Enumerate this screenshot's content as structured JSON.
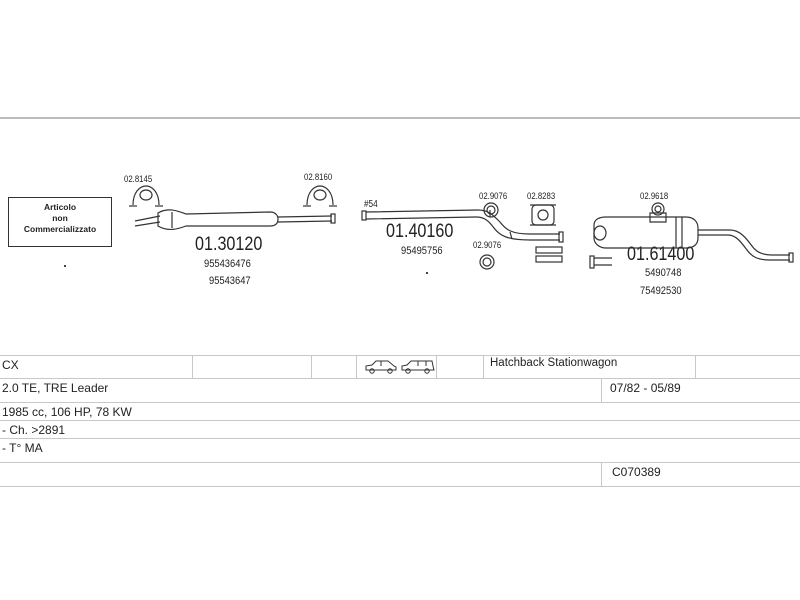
{
  "notice": {
    "line1": "Articolo",
    "line2": "non",
    "line3": "Commercializzato"
  },
  "clamps": {
    "c1": "02.8145",
    "c2": "02.8160",
    "c3": "02.9076",
    "c4": "02.8283",
    "c5": "02.9076",
    "c6": "02.9618"
  },
  "marker": "#54",
  "parts": {
    "front": {
      "number": "01.30120",
      "oem1": "955436476",
      "oem2": "95543647"
    },
    "middle": {
      "number": "01.40160",
      "oem1": "95495756"
    },
    "rear": {
      "number": "01.61400",
      "oem1": "5490748",
      "oem2": "75492530"
    }
  },
  "table": {
    "model": "CX",
    "body_types": "Hatchback Stationwagon",
    "engine": "2.0 TE, TRE Leader",
    "period": "07/82 - 05/89",
    "specs": "1985 cc, 106 HP, 78 KW",
    "chassis_note": "- Ch. >2891",
    "trans_note": "- T° MA",
    "catalog_code": "C070389"
  },
  "icons": [
    "hatchback-car-icon",
    "stationwagon-car-icon"
  ]
}
